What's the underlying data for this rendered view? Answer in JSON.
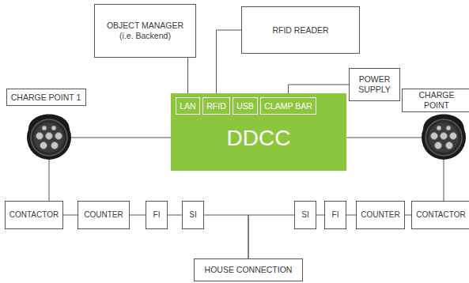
{
  "diagram": {
    "nodes": [
      {
        "text": [
          "OBJECT MANAGER (i.e. Backend)"
        ]
      },
      {
        "text": [
          "RFID READER"
        ]
      },
      {
        "text": [
          "POWER SUPPLY"
        ]
      },
      {
        "text": [
          "CHARGE POINT 1"
        ]
      },
      {
        "text": [
          "CHARGE POINT"
        ]
      },
      {
        "text": [
          "DDCC"
        ]
      },
      {
        "text": [
          "LAN"
        ],
        "in": 5
      },
      {
        "text": [
          "RFID"
        ],
        "in": 5
      },
      {
        "text": [
          "USB"
        ],
        "in": 5
      },
      {
        "text": [
          "CLAMP BAR"
        ],
        "in": 5
      },
      {
        "text": [
          "CONTACTOR"
        ]
      },
      {
        "text": [
          "COUNTER"
        ]
      },
      {
        "text": [
          "FI"
        ]
      },
      {
        "text": [
          "SI"
        ]
      },
      {
        "text": [
          "SI"
        ]
      },
      {
        "text": [
          "FI"
        ]
      },
      {
        "text": [
          "COUNTER"
        ]
      },
      {
        "text": [
          "CONTACTOR"
        ]
      },
      {
        "text": [
          "HOUSE CONNECTION"
        ]
      }
    ],
    "edges": [
      {
        "from": 6,
        "to": 0,
        "arrow": "none"
      },
      {
        "from": 7,
        "to": 1,
        "arrow": "none"
      },
      {
        "from": 9,
        "to": 2,
        "arrow": "none"
      },
      {
        "from": 10,
        "to": 11,
        "arrow": "none"
      },
      {
        "from": 11,
        "to": 12,
        "arrow": "none"
      },
      {
        "from": 12,
        "to": 13,
        "arrow": "none"
      },
      {
        "from": 13,
        "to": 18,
        "arrow": "none"
      },
      {
        "from": 14,
        "to": 18,
        "arrow": "none"
      },
      {
        "from": 14,
        "to": 15,
        "arrow": "none"
      },
      {
        "from": 15,
        "to": 16,
        "arrow": "none"
      },
      {
        "from": 16,
        "to": 17,
        "arrow": "none"
      }
    ]
  }
}
